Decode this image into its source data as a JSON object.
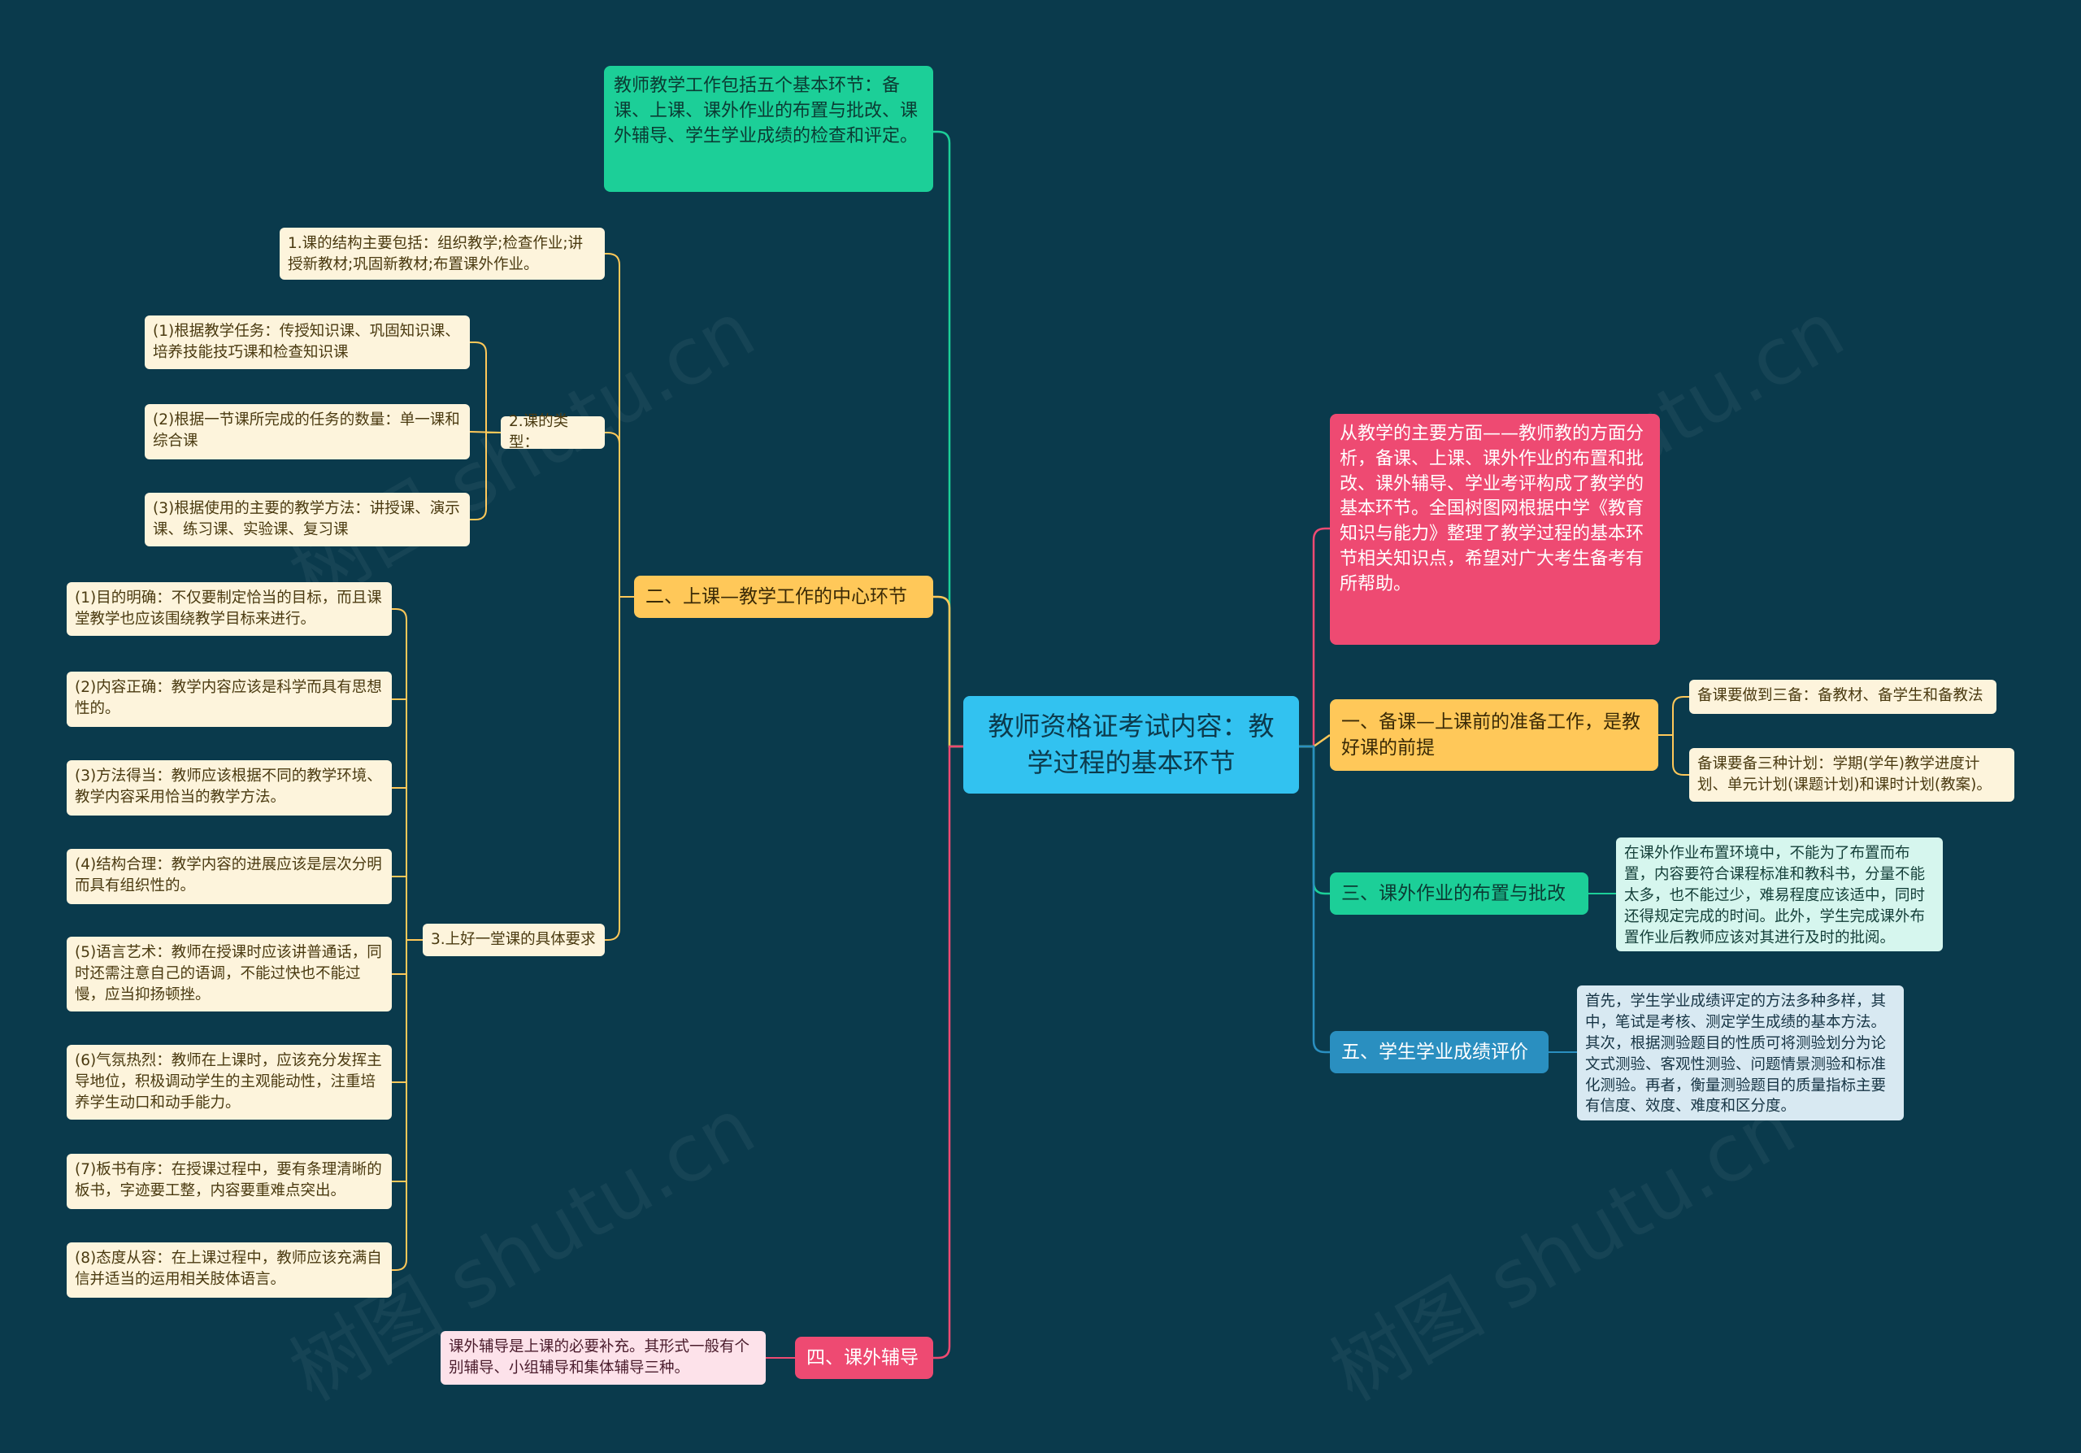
{
  "root": {
    "title": "教师资格证考试内容：教学过程的基本环节"
  },
  "colors": {
    "background": "#0a3a4c",
    "root": "#32c2f0",
    "green": "#1ccf98",
    "yellow": "#ffc859",
    "pink": "#ee4a72",
    "blue": "#2a8fc0",
    "leaf": "#fdf4dc"
  },
  "left": {
    "intro": "教师教学工作包括五个基本环节：备课、上课、课外作业的布置与批改、课外辅导、学生学业成绩的检查和评定。",
    "section2": {
      "title": "二、上课—教学工作的中心环节",
      "item1": "1.课的结构主要包括：组织教学;检查作业;讲授新教材;巩固新教材;布置课外作业。",
      "item2": {
        "label": "2.课的类型：",
        "children": [
          "(1)根据教学任务：传授知识课、巩固知识课、培养技能技巧课和检查知识课",
          "(2)根据一节课所完成的任务的数量：单一课和综合课",
          "(3)根据使用的主要的教学方法：讲授课、演示课、练习课、实验课、复习课"
        ]
      },
      "item3": {
        "label": "3.上好一堂课的具体要求",
        "children": [
          "(1)目的明确：不仅要制定恰当的目标，而且课堂教学也应该围绕教学目标来进行。",
          "(2)内容正确：教学内容应该是科学而具有思想性的。",
          "(3)方法得当：教师应该根据不同的教学环境、教学内容采用恰当的教学方法。",
          "(4)结构合理：教学内容的进展应该是层次分明而具有组织性的。",
          "(5)语言艺术：教师在授课时应该讲普通话，同时还需注意自己的语调，不能过快也不能过慢，应当抑扬顿挫。",
          "(6)气氛热烈：教师在上课时，应该充分发挥主导地位，积极调动学生的主观能动性，注重培养学生动口和动手能力。",
          "(7)板书有序：在授课过程中，要有条理清晰的板书，字迹要工整，内容要重难点突出。",
          "(8)态度从容：在上课过程中，教师应该充满自信并适当的运用相关肢体语言。"
        ]
      }
    },
    "section4": {
      "title": "四、课外辅导",
      "text": "课外辅导是上课的必要补充。其形式一般有个别辅导、小组辅导和集体辅导三种。"
    }
  },
  "right": {
    "intro": "从教学的主要方面——教师教的方面分析，备课、上课、课外作业的布置和批改、课外辅导、学业考评构成了教学的基本环节。全国树图网根据中学《教育知识与能力》整理了教学过程的基本环节相关知识点，希望对广大考生备考有所帮助。",
    "section1": {
      "title": "一、备课—上课前的准备工作，是教好课的前提",
      "children": [
        "备课要做到三备：备教材、备学生和备教法",
        "备课要备三种计划：学期(学年)教学进度计划、单元计划(课题计划)和课时计划(教案)。"
      ]
    },
    "section3": {
      "title": "三、课外作业的布置与批改",
      "text": "在课外作业布置环境中，不能为了布置而布置，内容要符合课程标准和教科书，分量不能太多，也不能过少，难易程度应该适中，同时还得规定完成的时间。此外，学生完成课外布置作业后教师应该对其进行及时的批阅。"
    },
    "section5": {
      "title": "五、学生学业成绩评价",
      "text": "首先，学生学业成绩评定的方法多种多样，其中，笔试是考核、测定学生成绩的基本方法。其次，根据测验题目的性质可将测验划分为论文式测验、客观性测验、问题情景测验和标准化测验。再者，衡量测验题目的质量指标主要有信度、效度、难度和区分度。"
    }
  },
  "watermark": "树图 shutu.cn"
}
